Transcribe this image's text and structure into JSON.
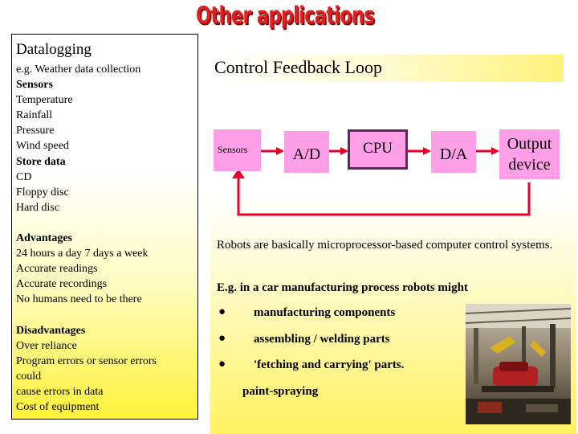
{
  "slide": {
    "title": "Other applications"
  },
  "datalogging": {
    "heading": "Datalogging",
    "lines": [
      {
        "text": "e.g. Weather data collection",
        "bold": false
      },
      {
        "text": "Sensors",
        "bold": true
      },
      {
        "text": "Temperature",
        "bold": false
      },
      {
        "text": "Rainfall",
        "bold": false
      },
      {
        "text": "Pressure",
        "bold": false
      },
      {
        "text": "Wind speed",
        "bold": false
      },
      {
        "text": "Store data",
        "bold": true
      },
      {
        "text": "CD",
        "bold": false
      },
      {
        "text": "Floppy disc",
        "bold": false
      },
      {
        "text": "Hard disc",
        "bold": false
      }
    ],
    "advantages_heading": "Advantages",
    "advantages": [
      "24 hours a day 7 days a week",
      "Accurate readings",
      "Accurate recordings",
      "No humans need to be there"
    ],
    "disadvantages_heading": "Disadvantages",
    "disadvantages": [
      "Over reliance",
      "Program errors or sensor errors",
      "could",
      "cause errors in data",
      "Cost of equipment"
    ]
  },
  "control": {
    "title": "Control   Feedback Loop",
    "sensors": "Sensors",
    "ad": "A/D",
    "cpu": "CPU",
    "da": "D/A",
    "output_line1": "Output",
    "output_line2": "device"
  },
  "robots": {
    "intro": "Robots are basically microprocessor-based computer control systems.",
    "eg": "E.g. in a car manufacturing process robots might",
    "bullet_symbol": "●",
    "bullets": [
      "manufacturing components",
      "assembling / welding parts",
      "'fetching and carrying' parts."
    ],
    "extra": "paint-spraying"
  },
  "colors": {
    "title_red": "#e02020",
    "box_pink": "#ff9fe8",
    "arrow_red": "#e8002a",
    "yellow": "#fff23a"
  }
}
